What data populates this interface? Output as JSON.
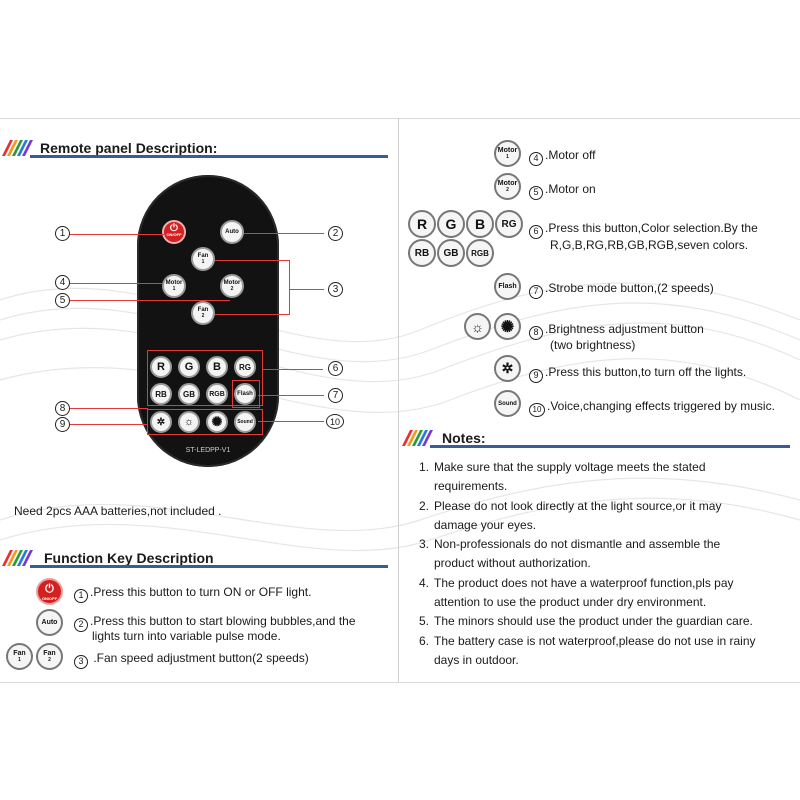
{
  "left": {
    "remote_heading": "Remote panel Description:",
    "remote": {
      "model": "ST-LEDPP-V1",
      "buttons": {
        "onoff": "ON/OFF",
        "auto": "Auto",
        "fan": "Fan",
        "fan1_sub": "1",
        "fan2_sub": "2",
        "motor": "Motor",
        "motor1_sub": "1",
        "motor2_sub": "2",
        "r": "R",
        "g": "G",
        "b": "B",
        "rg": "RG",
        "rb": "RB",
        "gb": "GB",
        "rgb": "RGB",
        "flash": "Flash",
        "sound": "Sound"
      }
    },
    "callouts": [
      "1",
      "2",
      "3",
      "4",
      "5",
      "6",
      "7",
      "8",
      "9",
      "10"
    ],
    "battery_note": "Need 2pcs AAA batteries,not included .",
    "function_heading": "Function Key Description",
    "function_items": [
      {
        "num": "1",
        "text": ".Press this button to turn ON or OFF light."
      },
      {
        "num": "2",
        "text": ".Press this button to start blowing bubbles,and the",
        "text2": "lights turn into variable pulse mode."
      },
      {
        "num": "3",
        "text": " .Fan speed adjustment button(2 speeds)"
      }
    ]
  },
  "right": {
    "items": [
      {
        "num": "4",
        "text": ".Motor off"
      },
      {
        "num": "5",
        "text": ".Motor on"
      },
      {
        "num": "6",
        "text": ".Press this button,Color selection.By the",
        "text2": "R,G,B,RG,RB,GB,RGB,seven colors."
      },
      {
        "num": "7",
        "text": ".Strobe mode button,(2 speeds)"
      },
      {
        "num": "8",
        "text": ".Brightness adjustment button",
        "text2": "(two brightness)"
      },
      {
        "num": "9",
        "text": ".Press this button,to turn off the lights."
      },
      {
        "num": "10",
        "text": ".Voice,changing effects triggered by music."
      }
    ],
    "notes_heading": "Notes:",
    "notes": [
      {
        "num": "1.",
        "text": "Make sure that the supply voltage meets the stated",
        "text2": "requirements."
      },
      {
        "num": "2.",
        "text": "Please do not look directly at the light source,or it may",
        "text2": "damage your eyes."
      },
      {
        "num": "3.",
        "text": "Non-professionals do not dismantle and assemble the",
        "text2": "product without authorization."
      },
      {
        "num": "4.",
        "text": "The product does not have a waterproof function,pls pay",
        "text2": "attention to use the product under dry environment."
      },
      {
        "num": "5.",
        "text": "The minors should use the product under the guardian care."
      },
      {
        "num": "6.",
        "text": "The battery case is not waterproof,please do not use in rainy",
        "text2": "days in outdoor."
      }
    ]
  },
  "colors": {
    "accent_rule": "#3a5a9a",
    "highlight_red": "#e03a3a",
    "remote_body": "#121212"
  }
}
